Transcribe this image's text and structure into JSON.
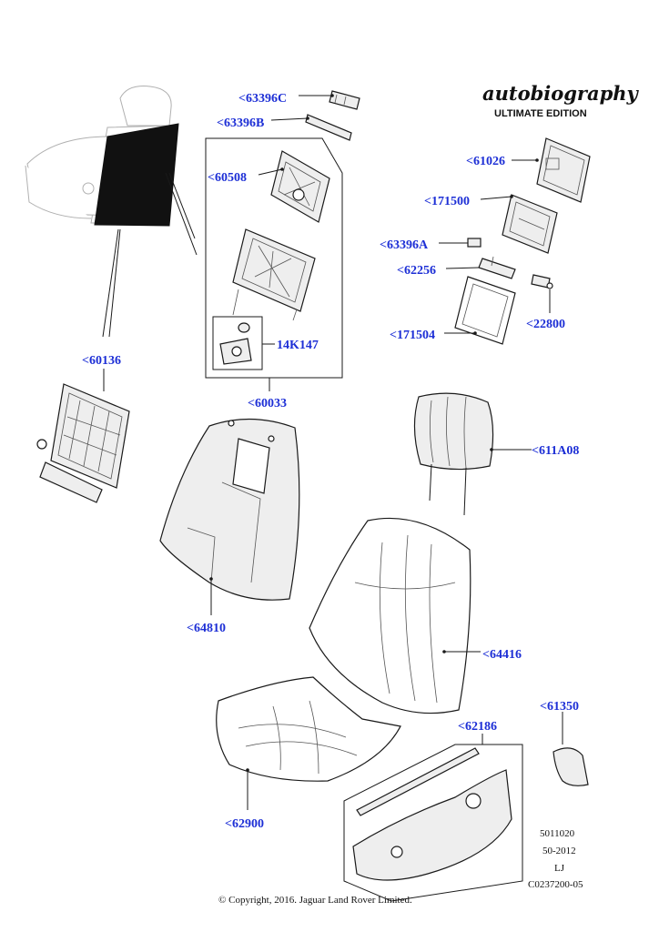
{
  "brand": {
    "title": "autobiography",
    "subtitle": "ULTIMATE EDITION"
  },
  "callouts": {
    "c63396C": "<63396C",
    "c63396B": "<63396B",
    "c60508": "<60508",
    "c14K147": "14K147",
    "c60033": "<60033",
    "c60136": "<60136",
    "c61026": "<61026",
    "c171500": "<171500",
    "c63396A": "<63396A",
    "c62256": "<62256",
    "c22800": "<22800",
    "c171504": "<171504",
    "c611A08": "<611A08",
    "c64810": "<64810",
    "c64416": "<64416",
    "c61350": "<61350",
    "c62186": "<62186",
    "c62900": "<62900"
  },
  "meta": {
    "line1": "5011020",
    "line2": "50-2012",
    "line3": "LJ",
    "line4": "C0237200-05"
  },
  "copyright": "© Copyright, 2016. Jaguar Land Rover Limited."
}
